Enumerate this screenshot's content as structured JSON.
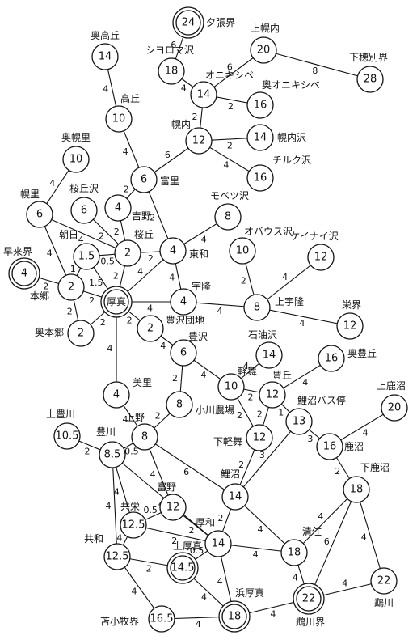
{
  "nodes": [
    {
      "id": "yubari",
      "value": "24",
      "label": "夕張界",
      "double": true
    },
    {
      "id": "okutakaoka",
      "value": "14",
      "label": "奥高丘"
    },
    {
      "id": "shiyoromazawa",
      "value": "18",
      "label": "シヨロマ沢"
    },
    {
      "id": "kamihorouchi",
      "value": "20",
      "label": "上幌内"
    },
    {
      "id": "shimohobetsu",
      "value": "28",
      "label": "下穂別界"
    },
    {
      "id": "onikishibe",
      "value": "14",
      "label": "オニキシベ"
    },
    {
      "id": "okuonikishibe",
      "value": "16",
      "label": "奥オニキシベ"
    },
    {
      "id": "takaoka",
      "value": "10",
      "label": "高丘"
    },
    {
      "id": "horonai",
      "value": "12",
      "label": "幌内"
    },
    {
      "id": "horonaizawa",
      "value": "14",
      "label": "幌内沢"
    },
    {
      "id": "chiruku",
      "value": "16",
      "label": "チルク沢"
    },
    {
      "id": "okuhorosato",
      "value": "10",
      "label": "奥幌里"
    },
    {
      "id": "tomisato",
      "value": "6",
      "label": "富里"
    },
    {
      "id": "horosato",
      "value": "6",
      "label": "幌里"
    },
    {
      "id": "sakuraokazawa",
      "value": "6",
      "label": "桜丘沢"
    },
    {
      "id": "yoshino",
      "value": "4",
      "label": "吉野"
    },
    {
      "id": "mobetsu",
      "value": "8",
      "label": "モベツ沢"
    },
    {
      "id": "obausu",
      "value": "10",
      "label": "オバウス沢"
    },
    {
      "id": "keinai",
      "value": "12",
      "label": "ケイナイ沢"
    },
    {
      "id": "asahi",
      "value": "1.5",
      "label": "朝日"
    },
    {
      "id": "sakuraoka",
      "value": "2",
      "label": "桜丘"
    },
    {
      "id": "towa",
      "value": "4",
      "label": "東和"
    },
    {
      "id": "hayakita",
      "value": "4",
      "label": "早来界",
      "double": true
    },
    {
      "id": "hongo",
      "value": "2",
      "label": "本郷"
    },
    {
      "id": "atsuma",
      "value": "",
      "label": "厚真",
      "double": true
    },
    {
      "id": "uryu",
      "value": "4",
      "label": "宇隆"
    },
    {
      "id": "kamiuryu",
      "value": "8",
      "label": "上宇隆"
    },
    {
      "id": "sakae",
      "value": "12",
      "label": "栄界"
    },
    {
      "id": "okuhongo",
      "value": "2",
      "label": "奥本郷"
    },
    {
      "id": "toyosawadanchi",
      "value": "2",
      "label": "豊沢団地"
    },
    {
      "id": "toyosawa",
      "value": "6",
      "label": "豊沢"
    },
    {
      "id": "sekiyuzawa",
      "value": "14",
      "label": "石油沢"
    },
    {
      "id": "karumai",
      "value": "10",
      "label": "軽舞"
    },
    {
      "id": "toyooka",
      "value": "12",
      "label": "豊丘"
    },
    {
      "id": "okutoyooka",
      "value": "16",
      "label": "奥豊丘"
    },
    {
      "id": "bisato",
      "value": "4",
      "label": "美里"
    },
    {
      "id": "ogawa",
      "value": "8",
      "label": "小川農場"
    },
    {
      "id": "kashiwanumabus",
      "value": "13",
      "label": "鯉沼バス停"
    },
    {
      "id": "kamikashinuma",
      "value": "20",
      "label": "上鹿沼"
    },
    {
      "id": "kamitoyokawa",
      "value": "10.5",
      "label": "上豊川"
    },
    {
      "id": "toyokawa",
      "value": "8.5",
      "label": "豊川"
    },
    {
      "id": "ueno",
      "value": "8",
      "label": "上野"
    },
    {
      "id": "shimokarumai",
      "value": "12",
      "label": "下軽舞"
    },
    {
      "id": "kashinuma",
      "value": "16",
      "label": "鹿沼"
    },
    {
      "id": "koinuma",
      "value": "14",
      "label": "鯉沼"
    },
    {
      "id": "shimokashinuma",
      "value": "18",
      "label": "下鹿沼"
    },
    {
      "id": "tomino",
      "value": "12",
      "label": "富野"
    },
    {
      "id": "kyoei",
      "value": "12.5",
      "label": "共栄"
    },
    {
      "id": "atsuwa",
      "value": "14",
      "label": "厚和"
    },
    {
      "id": "kiyozumi",
      "value": "18",
      "label": "清住"
    },
    {
      "id": "kyowa",
      "value": "12.5",
      "label": "共和"
    },
    {
      "id": "kamiatsuma",
      "value": "14.5",
      "label": "上厚真",
      "double": true
    },
    {
      "id": "hamaatsuma",
      "value": "18",
      "label": "浜厚真",
      "double": true
    },
    {
      "id": "mukawakai",
      "value": "22",
      "label": "鵡川界",
      "double": true
    },
    {
      "id": "mukawa",
      "value": "22",
      "label": "鵡川"
    },
    {
      "id": "tomakomai",
      "value": "16.5",
      "label": "苫小牧界"
    }
  ],
  "edges": [
    {
      "from": "yubari",
      "to": "shiyoromazawa",
      "w": "6"
    },
    {
      "from": "okutakaoka",
      "to": "takaoka",
      "w": "4"
    },
    {
      "from": "kamihorouchi",
      "to": "shimohobetsu",
      "w": "8"
    },
    {
      "from": "kamihorouchi",
      "to": "onikishibe",
      "w": "6"
    },
    {
      "from": "shiyoromazawa",
      "to": "onikishibe",
      "w": "4"
    },
    {
      "from": "onikishibe",
      "to": "okuonikishibe",
      "w": "2"
    },
    {
      "from": "onikishibe",
      "to": "horonai",
      "w": "2"
    },
    {
      "from": "takaoka",
      "to": "tomisato",
      "w": "4"
    },
    {
      "from": "horonai",
      "to": "horonaizawa",
      "w": "2"
    },
    {
      "from": "horonai",
      "to": "chiruku",
      "w": "4"
    },
    {
      "from": "horonai",
      "to": "tomisato",
      "w": "6"
    },
    {
      "from": "okuhorosato",
      "to": "horosato",
      "w": "4"
    },
    {
      "from": "tomisato",
      "to": "yoshino",
      "w": "2"
    },
    {
      "from": "tomisato",
      "to": "towa",
      "w": "2"
    },
    {
      "from": "horosato",
      "to": "sakuraoka",
      "w": "4"
    },
    {
      "from": "horosato",
      "to": "hongo",
      "w": "4"
    },
    {
      "from": "sakuraokazawa",
      "to": "sakuraoka",
      "w": "2"
    },
    {
      "from": "yoshino",
      "to": "sakuraoka",
      "w": "2"
    },
    {
      "from": "asahi",
      "to": "sakuraoka",
      "w": "0.5"
    },
    {
      "from": "asahi",
      "to": "hongo",
      "w": "1"
    },
    {
      "from": "asahi",
      "to": "atsuma",
      "w": "1.5"
    },
    {
      "from": "sakuraoka",
      "to": "towa",
      "w": "2"
    },
    {
      "from": "sakuraoka",
      "to": "atsuma",
      "w": "2"
    },
    {
      "from": "towa",
      "to": "mobetsu",
      "w": "4"
    },
    {
      "from": "towa",
      "to": "atsuma",
      "w": "4"
    },
    {
      "from": "towa",
      "to": "uryu",
      "w": "4"
    },
    {
      "from": "hayakita",
      "to": "hongo",
      "w": "2"
    },
    {
      "from": "hongo",
      "to": "atsuma",
      "w": "2"
    },
    {
      "from": "hongo",
      "to": "okuhongo",
      "w": "2"
    },
    {
      "from": "okuhongo",
      "to": "atsuma",
      "w": "2"
    },
    {
      "from": "atsuma",
      "to": "uryu",
      "w": "4"
    },
    {
      "from": "atsuma",
      "to": "toyosawadanchi",
      "w": "2"
    },
    {
      "from": "atsuma",
      "to": "bisato",
      "w": "4"
    },
    {
      "from": "uryu",
      "to": "kamiuryu",
      "w": "4"
    },
    {
      "from": "obausu",
      "to": "kamiuryu",
      "w": "2"
    },
    {
      "from": "keinai",
      "to": "kamiuryu",
      "w": "4"
    },
    {
      "from": "kamiuryu",
      "to": "sakae",
      "w": "4"
    },
    {
      "from": "toyosawadanchi",
      "to": "toyosawa",
      "w": "4"
    },
    {
      "from": "toyosawa",
      "to": "karumai",
      "w": "4"
    },
    {
      "from": "toyosawa",
      "to": "ogawa",
      "w": "2"
    },
    {
      "from": "sekiyuzawa",
      "to": "karumai",
      "w": "4"
    },
    {
      "from": "karumai",
      "to": "toyooka",
      "w": "2"
    },
    {
      "from": "karumai",
      "to": "shimokarumai",
      "w": "2"
    },
    {
      "from": "toyooka",
      "to": "okutoyooka",
      "w": "4"
    },
    {
      "from": "toyooka",
      "to": "kashiwanumabus",
      "w": "1"
    },
    {
      "from": "toyooka",
      "to": "shimokarumai",
      "w": "2"
    },
    {
      "from": "kashiwanumabus",
      "to": "kashinuma",
      "w": "3"
    },
    {
      "from": "kashiwanumabus",
      "to": "koinuma",
      "w": "3"
    },
    {
      "from": "bisato",
      "to": "ueno",
      "w": "4"
    },
    {
      "from": "ogawa",
      "to": "ueno",
      "w": "2"
    },
    {
      "from": "kamitoyokawa",
      "to": "toyokawa",
      "w": "2"
    },
    {
      "from": "toyokawa",
      "to": "ueno",
      "w": "0.5"
    },
    {
      "from": "toyokawa",
      "to": "kyoei",
      "w": "4"
    },
    {
      "from": "toyokawa",
      "to": "kyowa",
      "w": "4"
    },
    {
      "from": "toyokawa",
      "to": "atsuwa",
      "w": "4"
    },
    {
      "from": "ueno",
      "to": "tomino",
      "w": "4"
    },
    {
      "from": "ueno",
      "to": "koinuma",
      "w": "6"
    },
    {
      "from": "shimokarumai",
      "to": "koinuma",
      "w": "2"
    },
    {
      "from": "kashinuma",
      "to": "kamikashinuma",
      "w": "4"
    },
    {
      "from": "kashinuma",
      "to": "shimokashinuma",
      "w": "2"
    },
    {
      "from": "koinuma",
      "to": "atsuwa",
      "w": "2"
    },
    {
      "from": "koinuma",
      "to": "kiyozumi",
      "w": "4"
    },
    {
      "from": "shimokashinuma",
      "to": "kiyozumi",
      "w": "4"
    },
    {
      "from": "shimokashinuma",
      "to": "mukawakai",
      "w": "6"
    },
    {
      "from": "shimokashinuma",
      "to": "mukawa",
      "w": "4"
    },
    {
      "from": "tomino",
      "to": "kyoei",
      "w": "0.5"
    },
    {
      "from": "tomino",
      "to": "atsuwa",
      "w": "2"
    },
    {
      "from": "kyoei",
      "to": "kyowa",
      "w": "4"
    },
    {
      "from": "kyoei",
      "to": "atsuwa",
      "w": "2"
    },
    {
      "from": "atsuwa",
      "to": "kamiatsuma",
      "w": "0.5"
    },
    {
      "from": "atsuwa",
      "to": "kiyozumi",
      "w": "4"
    },
    {
      "from": "atsuwa",
      "to": "hamaatsuma",
      "w": "4"
    },
    {
      "from": "kyowa",
      "to": "kamiatsuma",
      "w": "2"
    },
    {
      "from": "kyowa",
      "to": "tomakomai",
      "w": "4"
    },
    {
      "from": "kamiatsuma",
      "to": "hamaatsuma",
      "w": "4"
    },
    {
      "from": "kiyozumi",
      "to": "mukawakai",
      "w": "4"
    },
    {
      "from": "mukawa",
      "to": "mukawakai",
      "w": "4"
    },
    {
      "from": "tomakomai",
      "to": "hamaatsuma",
      "w": "4"
    },
    {
      "from": "hamaatsuma",
      "to": "mukawakai",
      "w": "4"
    }
  ]
}
